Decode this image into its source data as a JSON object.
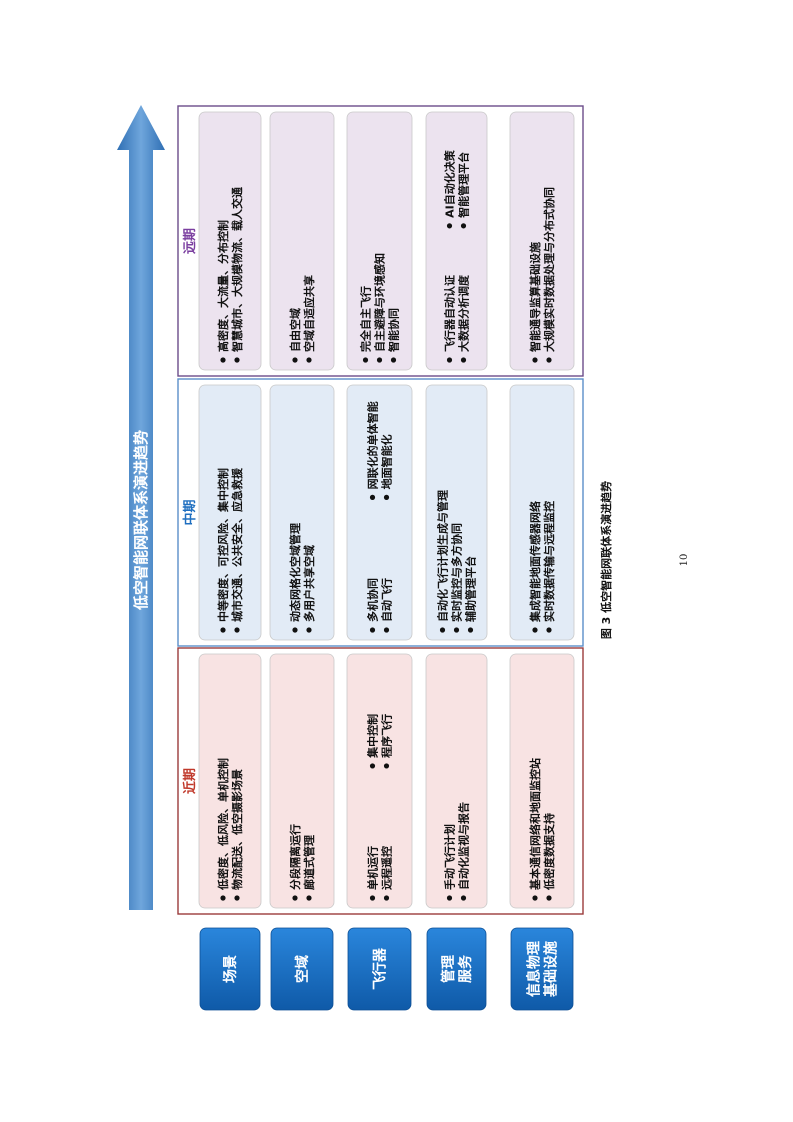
{
  "diagram": {
    "arrow_title": "低空智能网联体系演进趋势",
    "colors": {
      "arrow": "#4a86c8",
      "row_label_bg": "#1a6fc2",
      "near_border": "#9b3b3b",
      "near_fill": "#f8e3e3",
      "mid_border": "#5b8fc9",
      "mid_fill": "#e2ebf6",
      "far_border": "#6b4c8a",
      "far_fill": "#ece3ef",
      "phase_near": "#c0392b",
      "phase_mid": "#1f6fc0",
      "phase_far": "#7b3fa0"
    },
    "rows": [
      {
        "label": [
          "场景"
        ]
      },
      {
        "label": [
          "空域"
        ]
      },
      {
        "label": [
          "飞行器"
        ]
      },
      {
        "label": [
          "管理",
          "服务"
        ]
      },
      {
        "label": [
          "信息物理",
          "基础设施"
        ]
      }
    ],
    "phases": [
      {
        "name": "近期",
        "cells": [
          {
            "lines": [
              [
                "低密度、低风险、单机控制"
              ],
              [
                "物流配送、低空摄影场景"
              ]
            ]
          },
          {
            "lines": [
              [
                "分段隔离运行"
              ],
              [
                "廊道式管理"
              ]
            ]
          },
          {
            "lines": [
              [
                "单机运行",
                "集中控制"
              ],
              [
                "远程遥控",
                "程序飞行"
              ]
            ]
          },
          {
            "lines": [
              [
                "手动飞行计划"
              ],
              [
                "自动化监视与报告"
              ]
            ]
          },
          {
            "lines": [
              [
                "基本通信网络和地面监控站"
              ],
              [
                "低密度数据支持"
              ]
            ]
          }
        ]
      },
      {
        "name": "中期",
        "cells": [
          {
            "lines": [
              [
                "中等密度、可控风险、集中控制"
              ],
              [
                "城市交通、公共安全、应急救援"
              ]
            ]
          },
          {
            "lines": [
              [
                "动态网格化空域管理"
              ],
              [
                "多用户共享空域"
              ]
            ]
          },
          {
            "lines": [
              [
                "多机协同",
                "网联化的单体智能"
              ],
              [
                "自动飞行",
                "地面智能化"
              ]
            ]
          },
          {
            "lines": [
              [
                "自动化飞行计划生成与管理"
              ],
              [
                "实时监控与多方协同"
              ],
              [
                "辅助管理平台"
              ]
            ]
          },
          {
            "lines": [
              [
                "集成智能地面传感器网络"
              ],
              [
                "实时数据传输与远程监控"
              ]
            ]
          }
        ]
      },
      {
        "name": "远期",
        "cells": [
          {
            "lines": [
              [
                "高密度、大流量、分布控制"
              ],
              [
                "智慧城市、大规模物流、载人交通"
              ]
            ]
          },
          {
            "lines": [
              [
                "自由空域"
              ],
              [
                "空域自适应共享"
              ]
            ]
          },
          {
            "lines": [
              [
                "完全自主飞行"
              ],
              [
                "自主避障与环境感知"
              ],
              [
                "智能协同"
              ]
            ]
          },
          {
            "lines": [
              [
                "飞行器自动认证",
                "AI自动化决策"
              ],
              [
                "大数据分析调度",
                "智能管理平台"
              ]
            ]
          },
          {
            "lines": [
              [
                "智能通导监算基础设施"
              ],
              [
                "大规模实时数据处理与分布式协同"
              ]
            ]
          }
        ]
      }
    ]
  },
  "caption": "图 3  低空智能网联体系演进趋势",
  "page_number": "10"
}
